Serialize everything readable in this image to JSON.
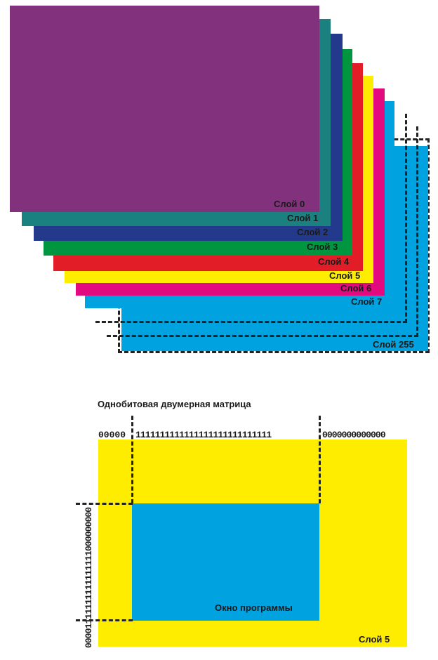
{
  "layers_diagram": {
    "layers": [
      {
        "label": "Слой 0",
        "color": "#82327d"
      },
      {
        "label": "Слой 1",
        "color": "#1b8080"
      },
      {
        "label": "Слой 2",
        "color": "#233a8c"
      },
      {
        "label": "Слой 3",
        "color": "#00963f"
      },
      {
        "label": "Слой 4",
        "color": "#e31d27"
      },
      {
        "label": "Слой 5",
        "color": "#ffed00"
      },
      {
        "label": "Слой 6",
        "color": "#e3097f"
      },
      {
        "label": "Слой 7",
        "color": "#00a2df"
      },
      {
        "label": "Слой 255",
        "color": "#00a2df"
      }
    ]
  },
  "matrix_diagram": {
    "title": "Однобитовая двумерная матрица",
    "top_bits": {
      "left": "00000",
      "middle": "1111111111111111111111111111",
      "right": "0000000000000"
    },
    "side_bits": {
      "top": "000000000",
      "middle": "1111111111111111",
      "bottom": "0000"
    },
    "layer_label": "Слой 5",
    "window_label": "Окно программы",
    "layer_color": "#ffed00",
    "window_color": "#00a2df"
  }
}
